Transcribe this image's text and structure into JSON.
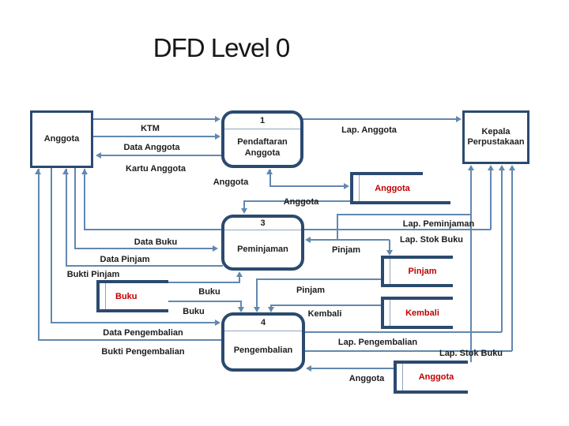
{
  "title": "DFD Level 0",
  "entities": {
    "anggota": "Anggota",
    "kepala": "Kepala Perpustakaan"
  },
  "processes": {
    "p1": {
      "num": "1",
      "name": "Pendaftaran Anggota"
    },
    "p3": {
      "num": "3",
      "name": "Peminjaman"
    },
    "p4": {
      "num": "4",
      "name": "Pengembalian"
    }
  },
  "datastores": {
    "anggota1": "Anggota",
    "buku": "Buku",
    "pinjam": "Pinjam",
    "kembali": "Kembali",
    "anggota2": "Anggota"
  },
  "flows": {
    "ktm": "KTM",
    "data_anggota": "Data Anggota",
    "kartu_anggota": "Kartu Anggota",
    "lap_anggota": "Lap. Anggota",
    "anggota_p1_store": "Anggota",
    "anggota_store_p3": "Anggota",
    "lap_peminjaman": "Lap. Peminjaman",
    "lap_stok_buku_1": "Lap. Stok Buku",
    "data_buku": "Data Buku",
    "data_pinjam": "Data Pinjam",
    "pinjam_p3": "Pinjam",
    "bukti_pinjam": "Bukti Pinjam",
    "buku_p3": "Buku",
    "pinjam_p4": "Pinjam",
    "buku_p4": "Buku",
    "kembali_p4": "Kembali",
    "data_pengembalian": "Data Pengembalian",
    "bukti_pengembalian": "Bukti Pengembalian",
    "lap_pengembalian": "Lap. Pengembalian",
    "lap_stok_buku_2": "Lap. Stok Buku",
    "anggota_store_p4": "Anggota"
  },
  "colors": {
    "line": "#6288b0",
    "border": "#2b4a6f",
    "store_text": "#c00000"
  }
}
